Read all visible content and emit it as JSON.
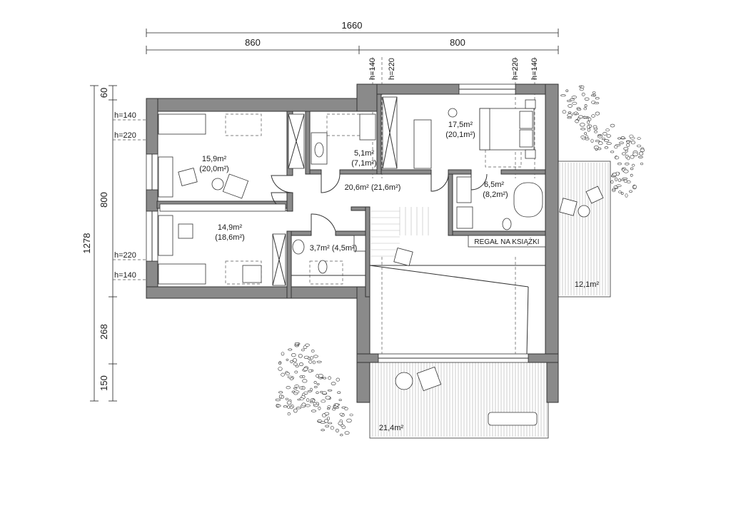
{
  "dimensions": {
    "total_width": "1660",
    "left_width": "860",
    "right_width": "800",
    "total_depth": "1278",
    "seg_top": "60",
    "seg_main": "800",
    "seg_mid": "268",
    "seg_bottom": "150"
  },
  "heights": {
    "h140": "h=140",
    "h220": "h=220"
  },
  "rooms": {
    "bedroom1_area": "15,9m²",
    "bedroom1_area_gross": "(20,0m²)",
    "bedroom2_area": "14,9m²",
    "bedroom2_area_gross": "(18,6m²)",
    "bath_small_area": "5,1m²",
    "bath_small_area_gross": "(7,1m²)",
    "hall_area": "20,6m² (21,6m²)",
    "wc_area": "3,7m² (4,5m²)",
    "master_area": "17,5m²",
    "master_area_gross": "(20,1m²)",
    "master_bath_area": "6,5m²",
    "master_bath_area_gross": "(8,2m²)",
    "bookshelf_label": "REGAŁ NA KSIĄŻKI",
    "right_terrace_area": "12,1m²",
    "balcony_area": "21,4m²"
  }
}
